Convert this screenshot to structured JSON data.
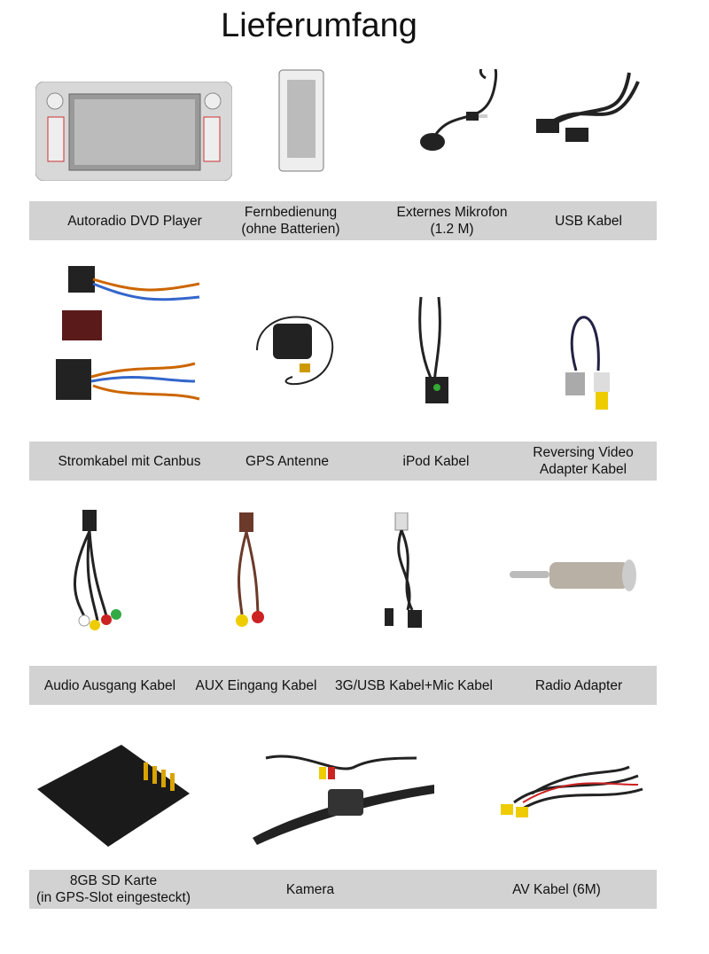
{
  "title": "Lieferumfang",
  "rows": [
    {
      "items": [
        {
          "label": "Autoradio DVD Player"
        },
        {
          "label": "Fernbedienung\n(ohne Batterien)"
        },
        {
          "label": "Externes Mikrofon\n(1.2 M)"
        },
        {
          "label": "USB Kabel"
        }
      ]
    },
    {
      "items": [
        {
          "label": "Stromkabel mit Canbus"
        },
        {
          "label": "GPS Antenne"
        },
        {
          "label": "iPod Kabel"
        },
        {
          "label": "Reversing Video\nAdapter Kabel"
        }
      ]
    },
    {
      "items": [
        {
          "label": "Audio Ausgang Kabel"
        },
        {
          "label": "AUX Eingang Kabel"
        },
        {
          "label": "3G/USB Kabel+Mic Kabel"
        },
        {
          "label": "Radio Adapter"
        }
      ]
    },
    {
      "items": [
        {
          "label": "8GB SD Karte\n(in GPS-Slot eingesteckt)"
        },
        {
          "label": "Kamera"
        },
        {
          "label": "AV Kabel (6M)"
        }
      ]
    }
  ]
}
